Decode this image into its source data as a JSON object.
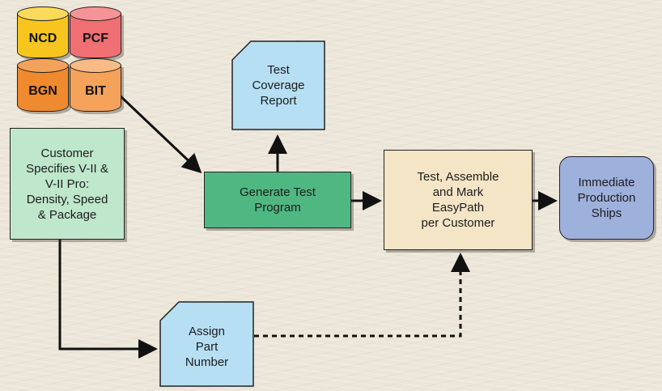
{
  "databases": {
    "ncd": "NCD",
    "pcf": "PCF",
    "bgn": "BGN",
    "bit": "BIT"
  },
  "nodes": {
    "coverage_report": "Test\nCoverage\nReport",
    "customer": "Customer\nSpecifies V-II &\nV-II Pro:\nDensity, Speed\n& Package",
    "generate": "Generate Test\nProgram",
    "test_assemble": "Test, Assemble\nand Mark\nEasyPath\nper Customer",
    "ship": "Immediate\nProduction\nShips",
    "assign": "Assign\nPart\nNumber"
  },
  "colors": {
    "background": "#ece6d9",
    "ncd": "#f7c51e",
    "pcf": "#ef6f73",
    "bgn": "#ef8a2e",
    "bit": "#f5a25a",
    "customer": "#bfe7cb",
    "generate": "#4fb882",
    "test_assemble": "#f4e5c6",
    "ship": "#9eb0dc",
    "document": "#b6dff4"
  }
}
